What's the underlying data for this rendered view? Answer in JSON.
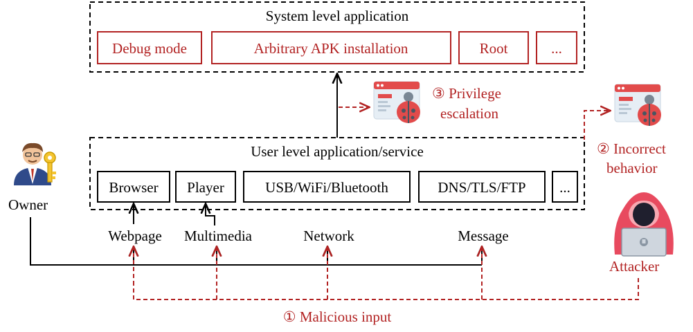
{
  "system_level": {
    "title": "System level application",
    "items": [
      "Debug mode",
      "Arbitrary APK installation",
      "Root",
      "..."
    ]
  },
  "user_level": {
    "title": "User level application/service",
    "items": [
      "Browser",
      "Player",
      "USB/WiFi/Bluetooth",
      "DNS/TLS/FTP",
      "..."
    ]
  },
  "inputs": [
    "Webpage",
    "Multimedia",
    "Network",
    "Message"
  ],
  "actors": {
    "owner": "Owner",
    "attacker": "Attacker"
  },
  "steps": {
    "malicious_input": "① Malicious input",
    "incorrect_behavior_line1": "② Incorrect",
    "incorrect_behavior_line2": "behavior",
    "privilege_escalation_line1": "③ Privilege",
    "privilege_escalation_line2": "escalation"
  },
  "colors": {
    "accent_red": "#b22222",
    "black": "#000000"
  },
  "icons": [
    "owner-avatar-icon",
    "attacker-hacker-icon",
    "bug-window-icon"
  ]
}
